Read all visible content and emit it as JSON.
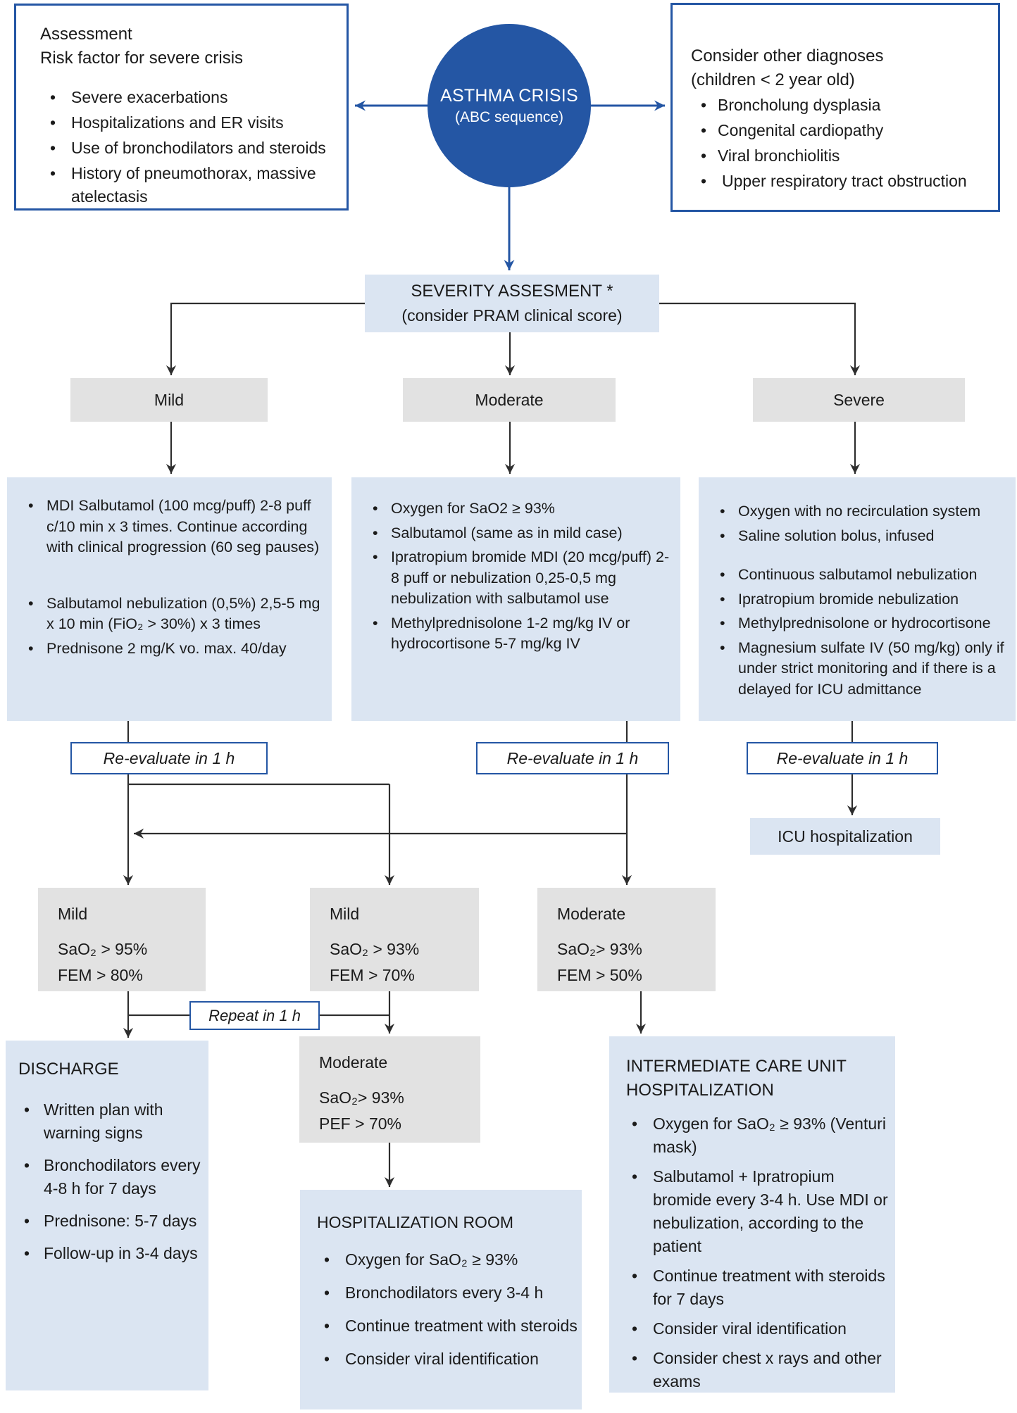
{
  "assessment_box": {
    "title_line1": "Assessment",
    "title_line2": "Risk factor for severe crisis",
    "bullets": [
      "Severe exacerbations",
      "Hospitalizations and ER visits",
      "Use of bronchodilators and steroids",
      "History of pneumothorax, massive atelectasis"
    ]
  },
  "crisis_circle": {
    "title": "ASTHMA CRISIS",
    "subtitle": "(ABC sequence)"
  },
  "diagnoses_box": {
    "title_line1": "Consider other diagnoses",
    "title_line2": "(children < 2 year old)",
    "bullets": [
      "Broncholung dysplasia",
      "Congenital cardiopathy",
      "Viral bronchiolitis",
      "Upper respiratory tract obstruction"
    ]
  },
  "severity_box": {
    "line1": "SEVERITY ASSESMENT *",
    "line2": "(consider PRAM clinical score)"
  },
  "severity_levels": {
    "mild": "Mild",
    "moderate": "Moderate",
    "severe": "Severe"
  },
  "treatment_mild": {
    "bullets": [
      "MDI Salbutamol (100 mcg/puff) 2-8 puff c/10 min x 3 times. Continue according with clinical progression (60 seg pauses)",
      "Salbutamol nebulization (0,5%) 2,5-5 mg x 10 min (FiO₂ > 30%) x 3 times",
      "Prednisone 2 mg/K vo. max. 40/day"
    ]
  },
  "treatment_moderate": {
    "bullets": [
      "Oxygen for SaO2 ≥ 93%",
      "Salbutamol (same as in mild case)",
      "Ipratropium bromide MDI (20 mcg/puff) 2-8 puff or nebulization 0,25-0,5 mg nebulization with salbutamol use",
      "Methylprednisolone 1-2 mg/kg IV or hydrocortisone 5-7 mg/kg IV"
    ]
  },
  "treatment_severe": {
    "bullets": [
      "Oxygen with no recirculation system",
      "Saline solution bolus, infused",
      "Continuous salbutamol nebulization",
      "Ipratropium bromide nebulization",
      "Methylprednisolone or hydrocortisone",
      "Magnesium sulfate IV (50 mg/kg) only if under strict monitoring and if there is a delayed for ICU admittance"
    ]
  },
  "reevaluate_label": "Re-evaluate in 1 h",
  "icu_label": "ICU hospitalization",
  "outcome_mild_1": {
    "title": "Mild",
    "line1": "SaO₂ > 95%",
    "line2": "FEM > 80%"
  },
  "outcome_mild_2": {
    "title": "Mild",
    "line1": "SaO₂ > 93%",
    "line2": "FEM > 70%"
  },
  "outcome_moderate": {
    "title": "Moderate",
    "line1": "SaO₂> 93%",
    "line2": "FEM > 50%"
  },
  "repeat_label": "Repeat in 1 h",
  "discharge_box": {
    "title": "DISCHARGE",
    "bullets": [
      "Written plan with warning signs",
      "Bronchodilators every 4-8 h for 7 days",
      "Prednisone: 5-7 days",
      "Follow-up in 3-4 days"
    ]
  },
  "outcome_moderate_2": {
    "title": "Moderate",
    "line1": "SaO₂> 93%",
    "line2": "PEF > 70%"
  },
  "hospitalization_box": {
    "title": "HOSPITALIZATION ROOM",
    "bullets": [
      "Oxygen for SaO₂ ≥ 93%",
      "Bronchodilators every 3-4 h",
      "Continue treatment with steroids",
      "Consider viral identification"
    ]
  },
  "intermediate_box": {
    "title_line1": "INTERMEDIATE CARE UNIT",
    "title_line2": "HOSPITALIZATION",
    "bullets": [
      "Oxygen for SaO₂ ≥ 93% (Venturi mask)",
      "Salbutamol + Ipratropium bromide every 3-4 h. Use MDI or nebulization, according to the patient",
      "Continue treatment with steroids for 7 days",
      "Consider viral identification",
      "Consider chest x rays and other exams"
    ]
  },
  "colors": {
    "accent_blue": "#2456a4",
    "light_blue_fill": "#dbe5f2",
    "gray_fill": "#e2e2e2",
    "line_black": "#2e2e2e"
  }
}
